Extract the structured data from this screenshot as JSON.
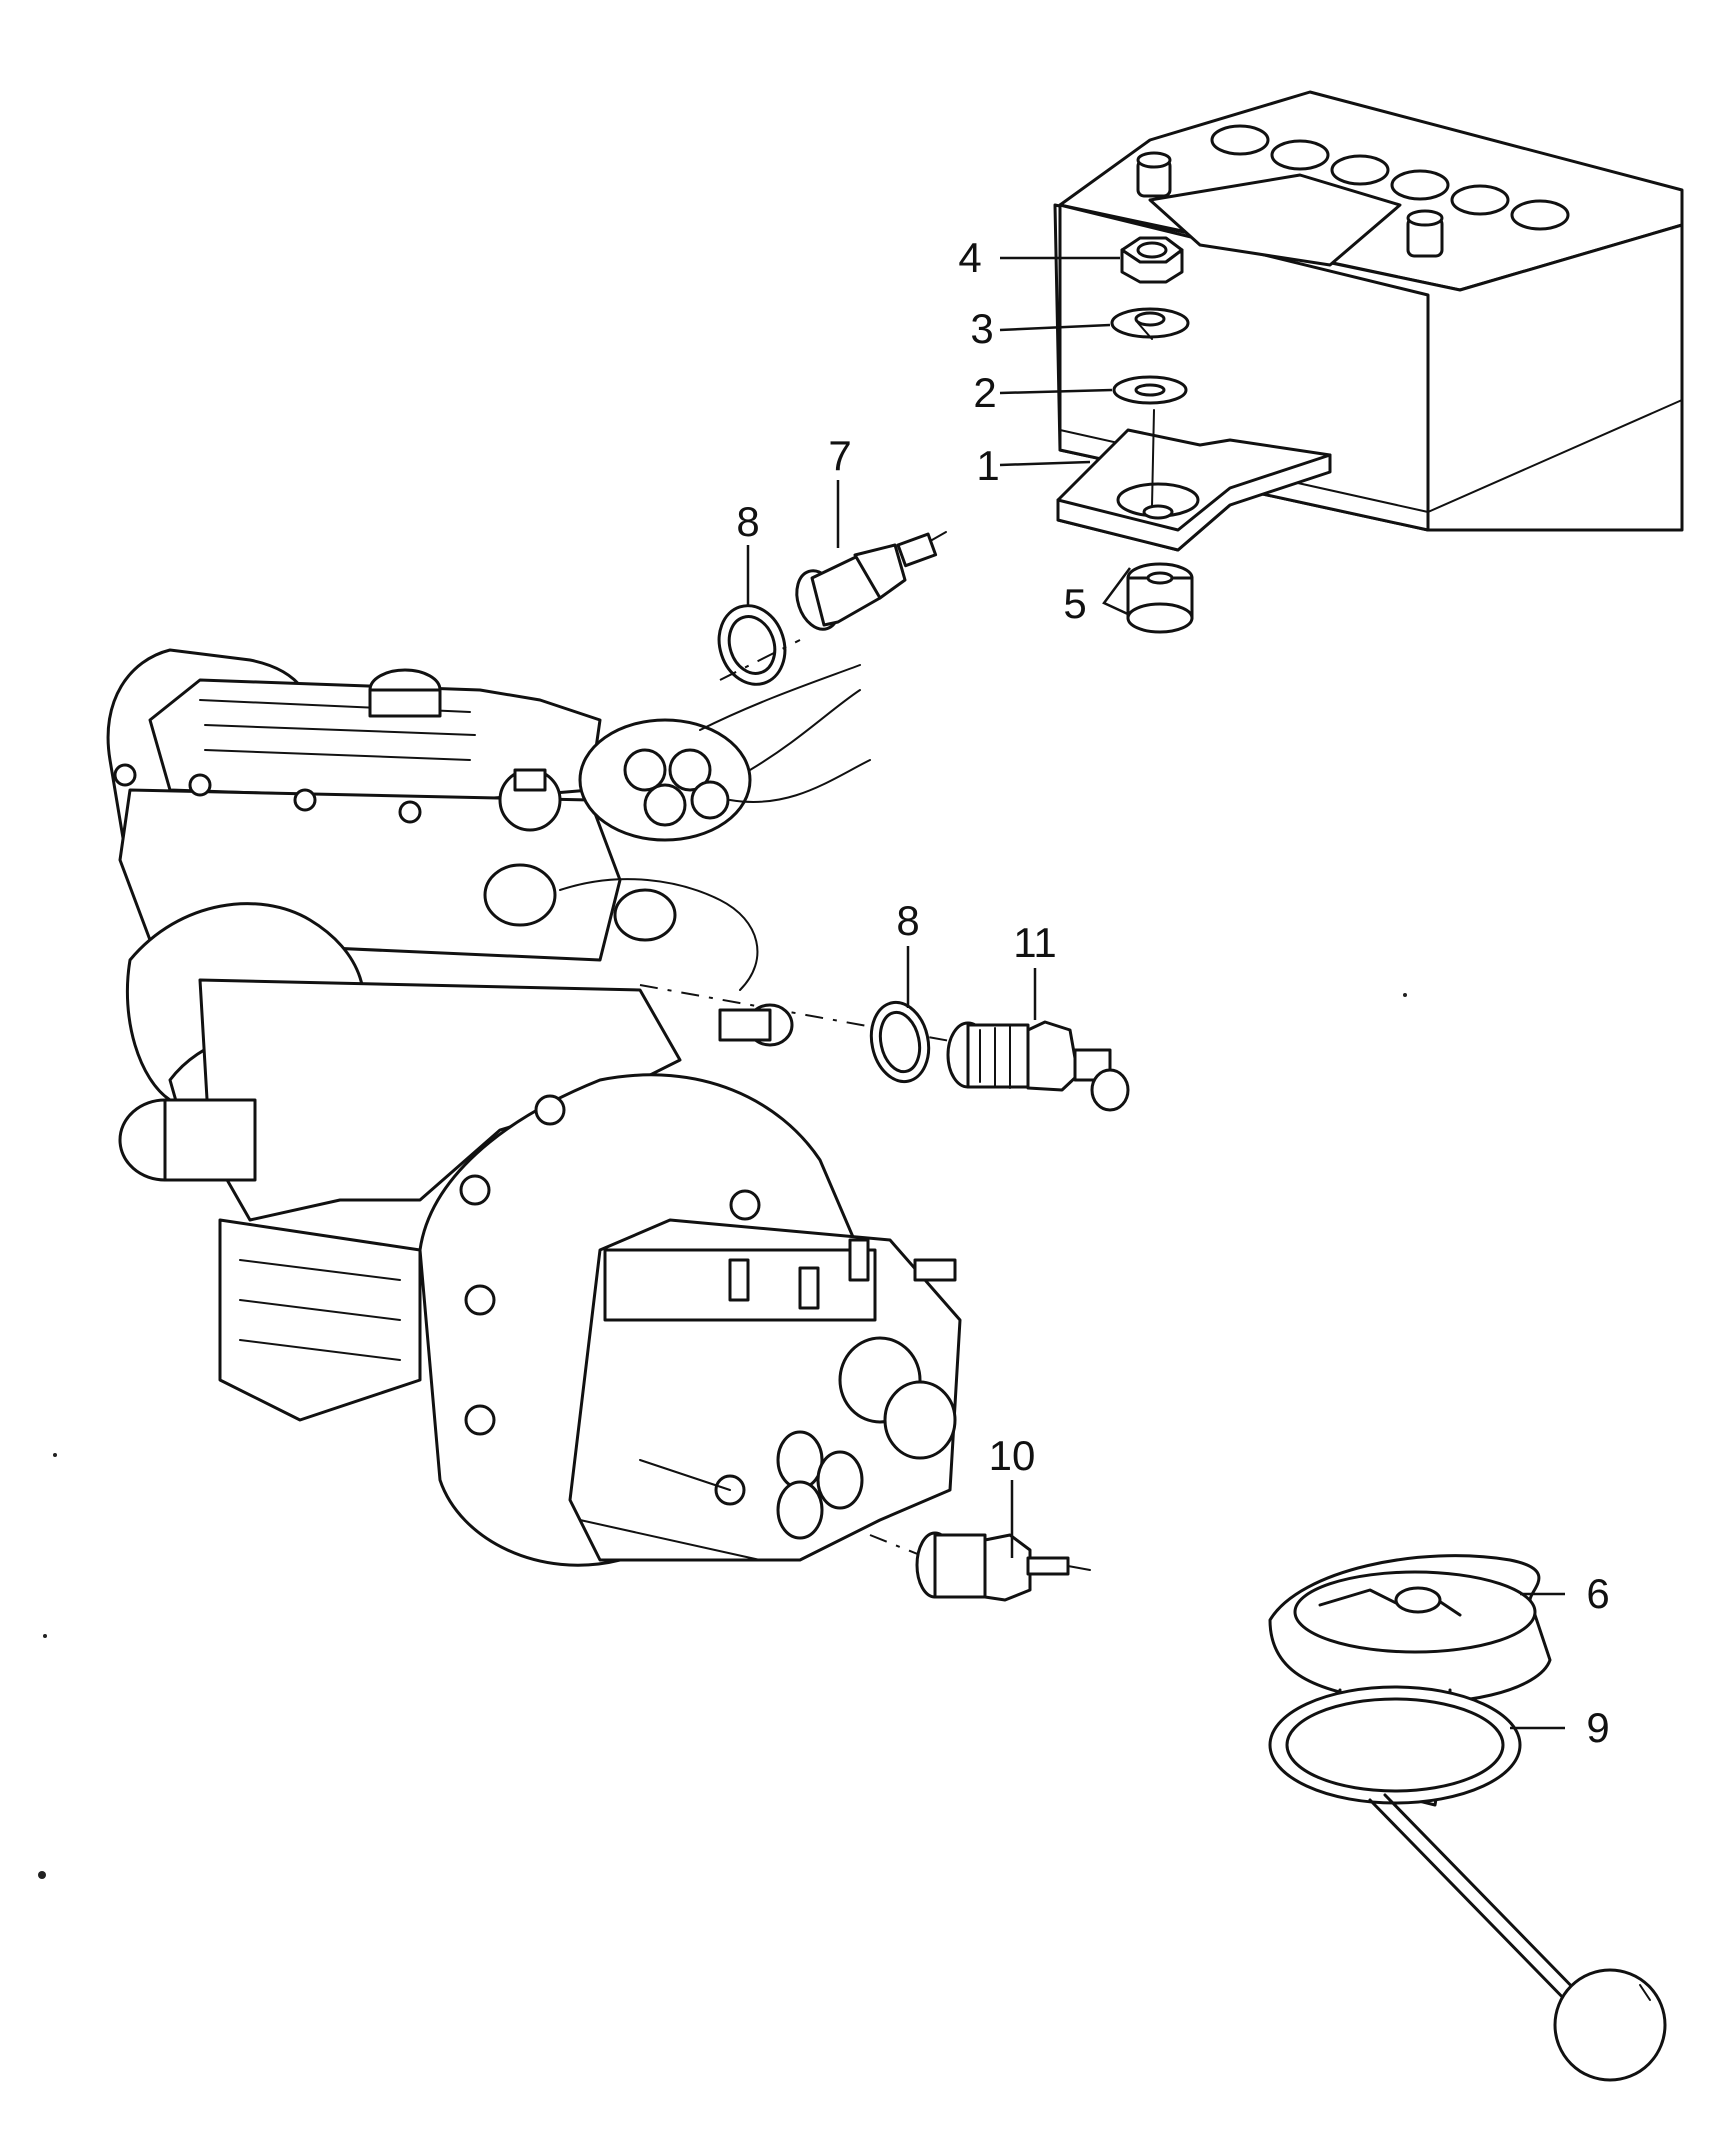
{
  "diagram": {
    "type": "exploded-parts-view",
    "callouts": [
      {
        "id": "c1",
        "label": "1"
      },
      {
        "id": "c2",
        "label": "2"
      },
      {
        "id": "c3",
        "label": "3"
      },
      {
        "id": "c4",
        "label": "4"
      },
      {
        "id": "c5",
        "label": "5"
      },
      {
        "id": "c6",
        "label": "6"
      },
      {
        "id": "c7",
        "label": "7"
      },
      {
        "id": "c8a",
        "label": "8"
      },
      {
        "id": "c8b",
        "label": "8"
      },
      {
        "id": "c9",
        "label": "9"
      },
      {
        "id": "c10",
        "label": "10"
      },
      {
        "id": "c11",
        "label": "11"
      }
    ]
  }
}
